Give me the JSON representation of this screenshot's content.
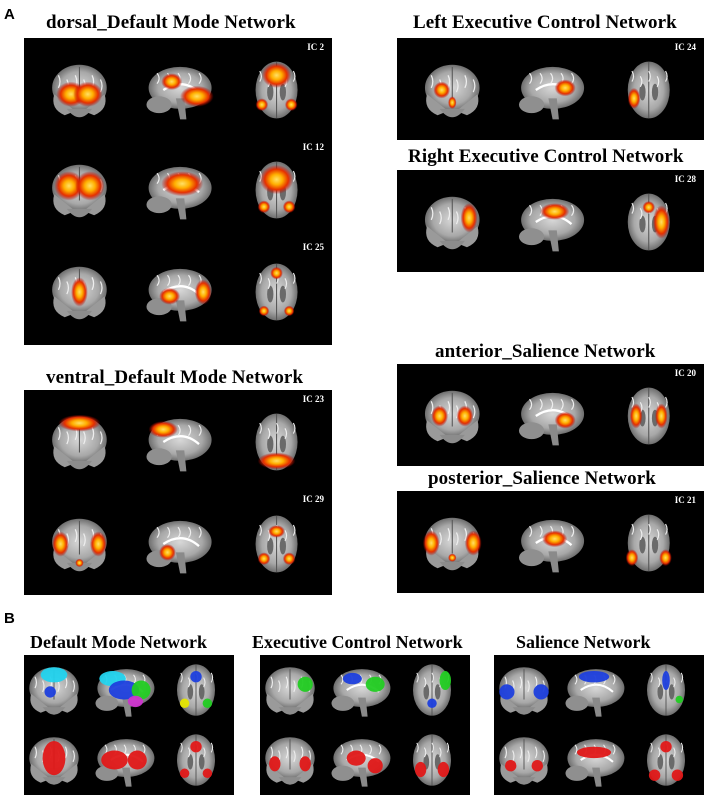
{
  "panel_a": {
    "letter": "A",
    "networks": [
      {
        "id": "dorsal_dmn",
        "title": "dorsal_Default Mode Network",
        "components": [
          "IC 2",
          "IC 12",
          "IC 25"
        ]
      },
      {
        "id": "ventral_dmn",
        "title": "ventral_Default Mode Network",
        "components": [
          "IC 23",
          "IC 29"
        ]
      },
      {
        "id": "left_ecn",
        "title": "Left Executive Control Network",
        "components": [
          "IC 24"
        ]
      },
      {
        "id": "right_ecn",
        "title": "Right Executive Control Network",
        "components": [
          "IC 28"
        ]
      },
      {
        "id": "anterior_sn",
        "title": "anterior_Salience Network",
        "components": [
          "IC 20"
        ]
      },
      {
        "id": "posterior_sn",
        "title": "posterior_Salience Network",
        "components": [
          "IC 21"
        ]
      }
    ]
  },
  "panel_b": {
    "letter": "B",
    "networks": [
      {
        "id": "dmn",
        "title": "Default Mode Network"
      },
      {
        "id": "ecn",
        "title": "Executive Control Network"
      },
      {
        "id": "sn",
        "title": "Salience Network"
      }
    ]
  },
  "colors": {
    "background": "#000000",
    "activation_hot": "#ffe066",
    "activation_mid": "#ff7a00",
    "activation_low": "#d01010",
    "cyan": "#22d3ee",
    "blue": "#1d3fdd",
    "green": "#22cc22",
    "magenta": "#cc33cc",
    "yellow": "#e6e600",
    "red": "#e01818"
  }
}
